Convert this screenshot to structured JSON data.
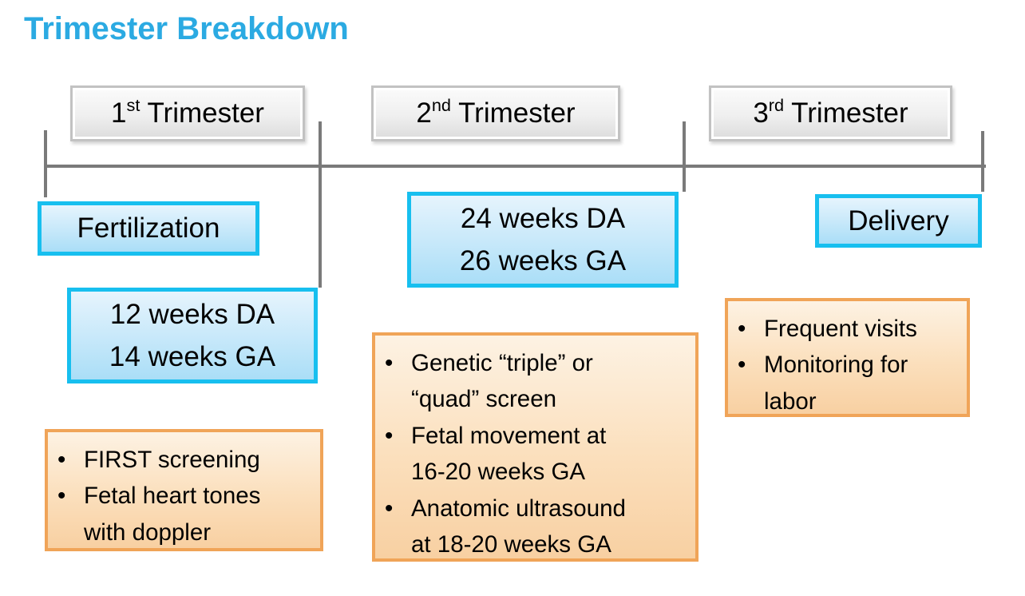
{
  "title": "Trimester Breakdown",
  "ui": {
    "bullet": "•"
  },
  "colors": {
    "title_blue": "#2BAAE2",
    "timeline_gray": "#7A7A7A",
    "trimester_box_border": "#C2C2C2",
    "milestone_border_cyan": "#17BFEF",
    "milestone_fill_blue": "#AADEF7",
    "note_border_orange": "#F0A458",
    "note_fill_orange": "#F8D0A2"
  },
  "trimesters": [
    {
      "number": "1",
      "ordinal": "st",
      "word": " Trimester"
    },
    {
      "number": "2",
      "ordinal": "nd",
      "word": " Trimester"
    },
    {
      "number": "3",
      "ordinal": "rd",
      "word": " Trimester"
    }
  ],
  "milestones": {
    "fertilization": "Fertilization",
    "first_checkpoint": {
      "line1": "12 weeks DA",
      "line2": "14 weeks GA"
    },
    "second_checkpoint": {
      "line1": "24 weeks DA",
      "line2": "26 weeks GA"
    },
    "delivery": "Delivery"
  },
  "notes": {
    "first": {
      "items": [
        "FIRST screening",
        "Fetal heart tones\nwith doppler"
      ]
    },
    "second": {
      "items": [
        "Genetic “triple” or\n“quad” screen",
        "Fetal movement at\n16-20 weeks GA",
        "Anatomic ultrasound\nat 18-20 weeks GA"
      ]
    },
    "third": {
      "items": [
        "Frequent visits",
        "Monitoring for\nlabor"
      ]
    }
  }
}
